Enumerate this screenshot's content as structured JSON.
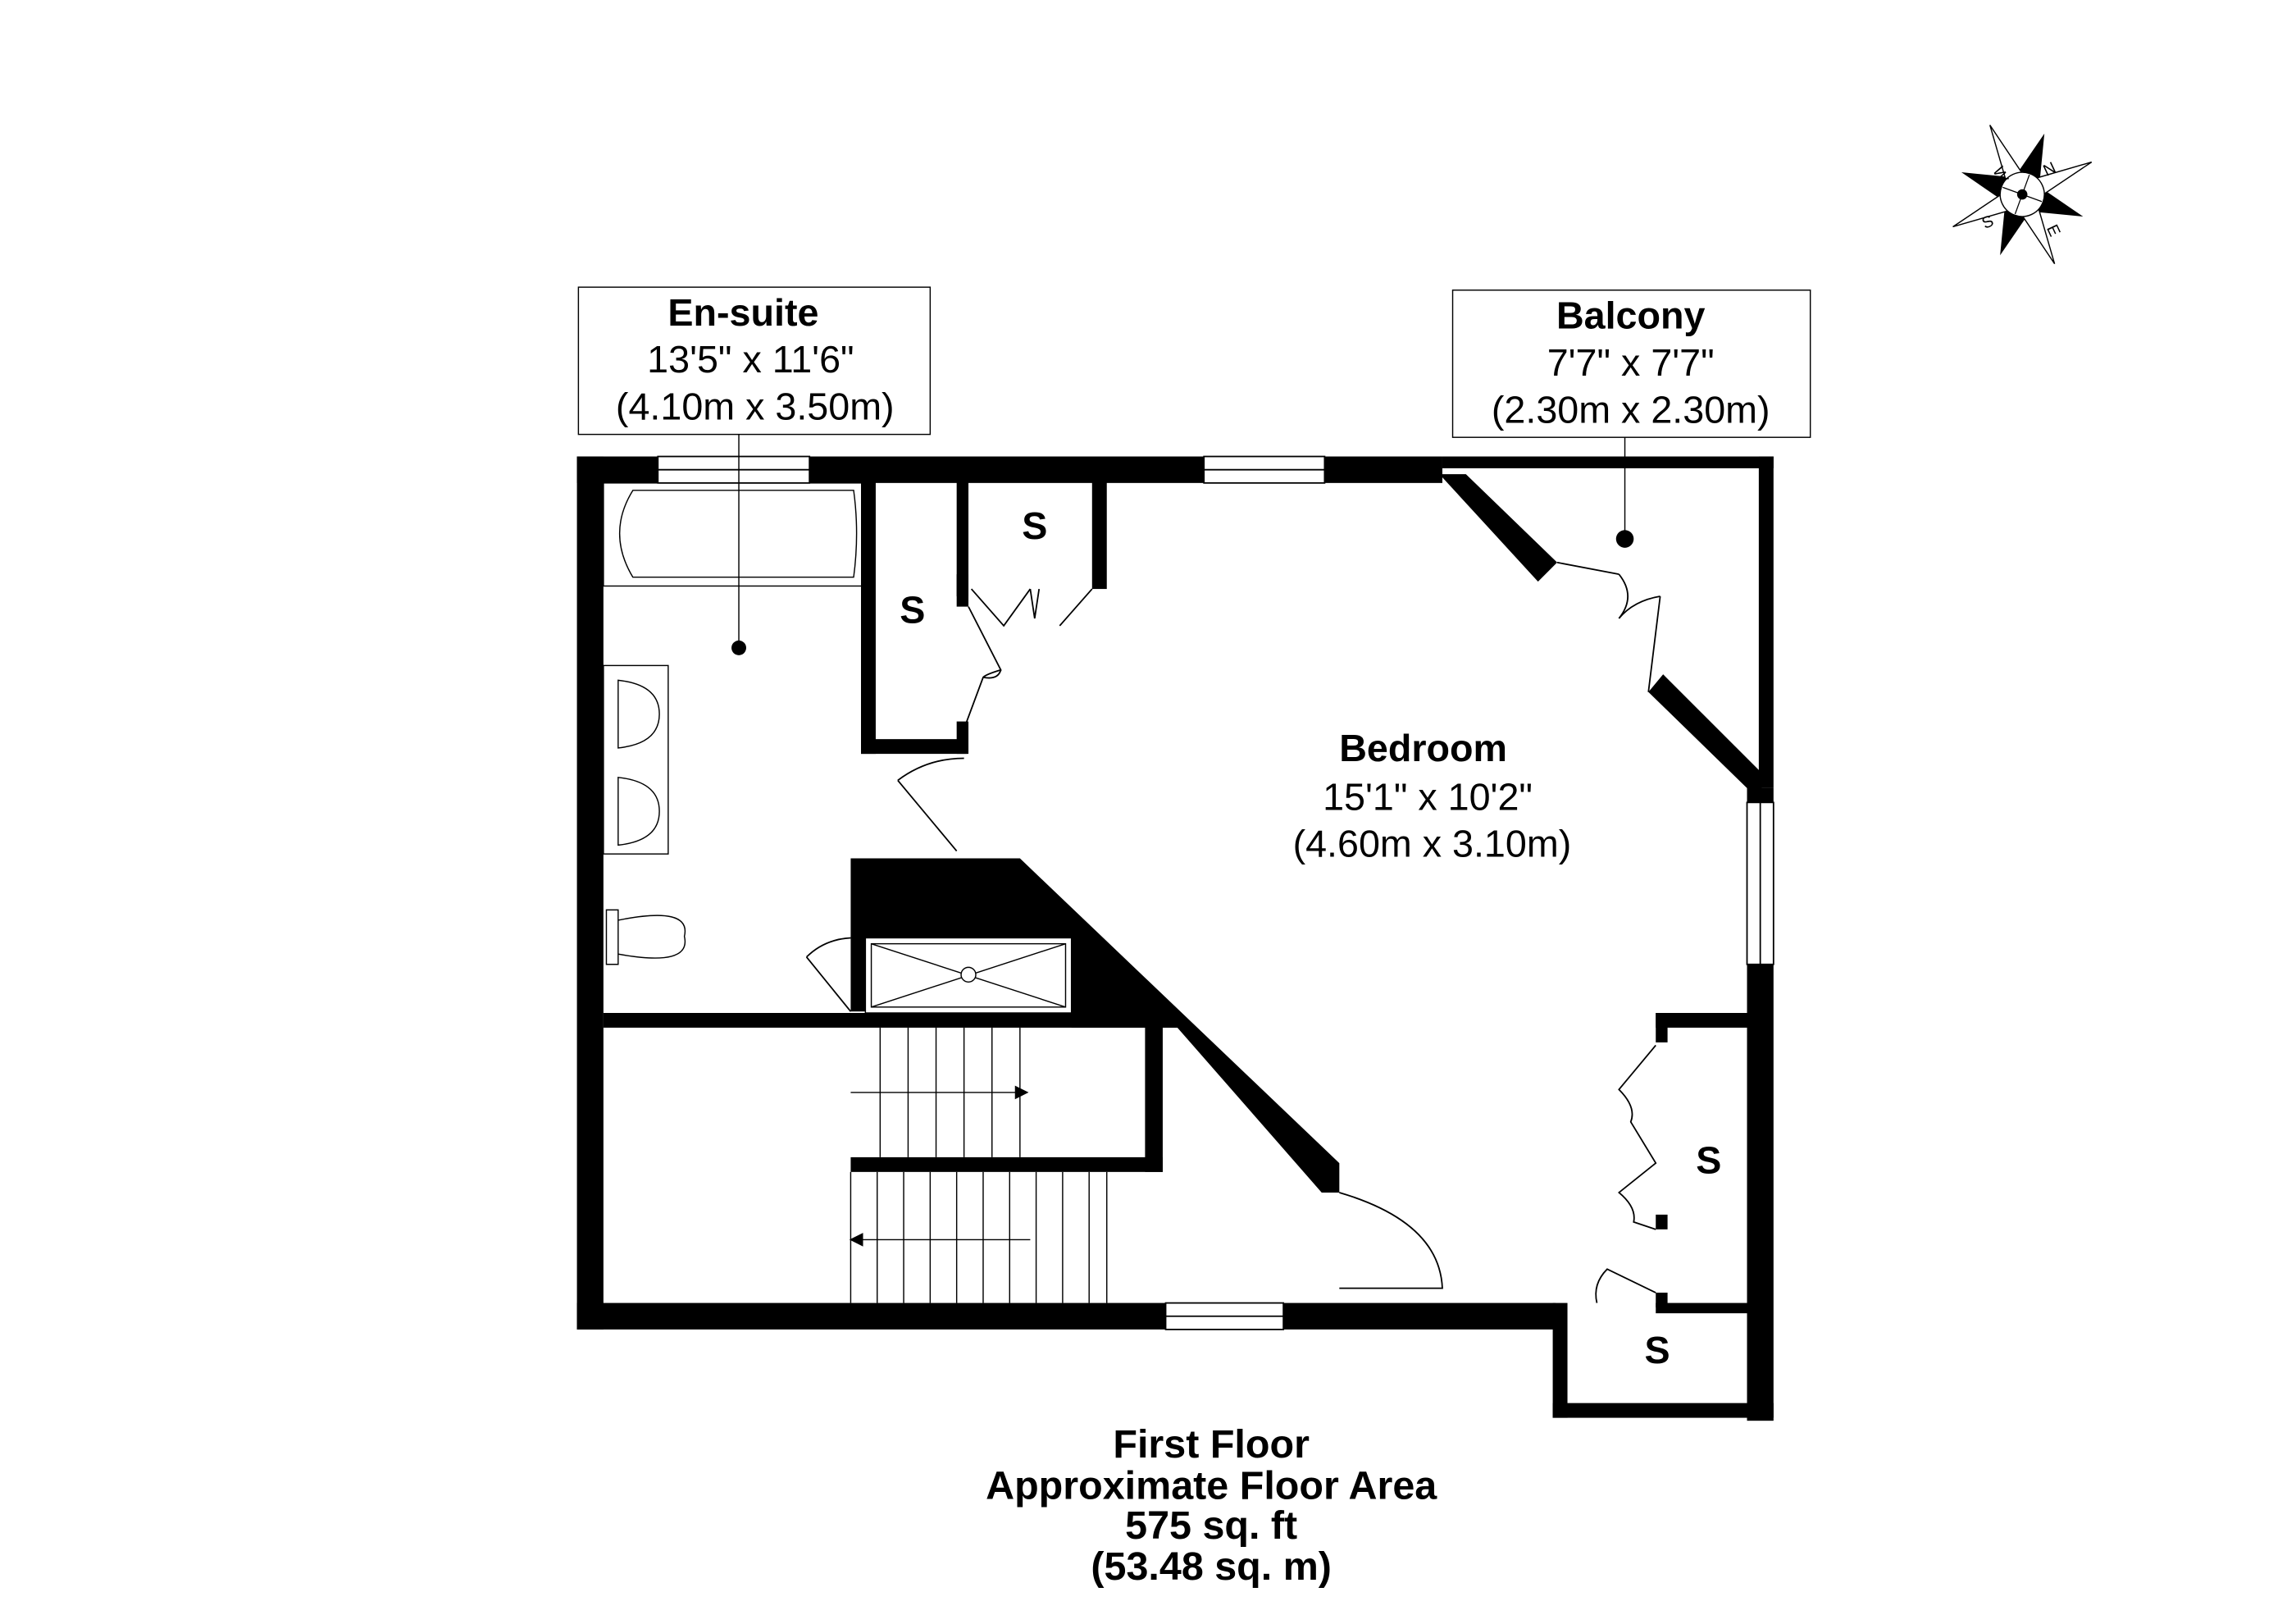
{
  "compass": {
    "north": "N",
    "south": "S",
    "east": "E",
    "west": "W"
  },
  "rooms": {
    "ensuite": {
      "name": "En-suite",
      "imperial": "13'5\" x 11'6\"",
      "metric": "(4.10m x 3.50m)"
    },
    "balcony": {
      "name": "Balcony",
      "imperial": "7'7\" x 7'7\"",
      "metric": "(2.30m x 2.30m)"
    },
    "bedroom": {
      "name": "Bedroom",
      "imperial": "15'1\" x 10'2\"",
      "metric": "(4.60m x 3.10m)"
    }
  },
  "storage_label": "S",
  "footer": {
    "floor": "First Floor",
    "area_label": "Approximate Floor Area",
    "area_ft": "575 sq. ft",
    "area_m": "(53.48 sq. m)"
  }
}
